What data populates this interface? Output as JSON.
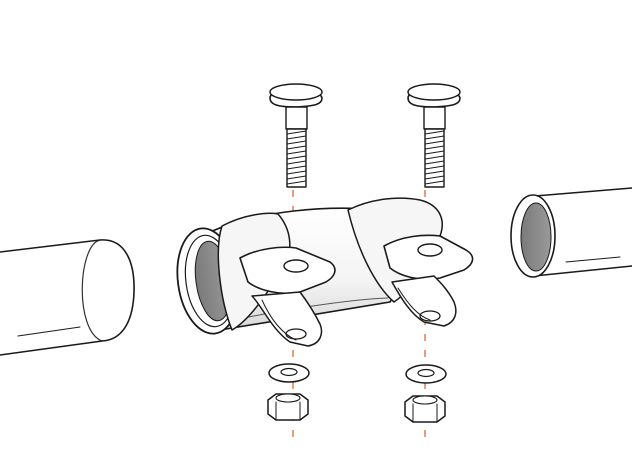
{
  "diagram": {
    "parts": [
      "left-exhaust-pipe",
      "pipe-connector-sleeve",
      "clamp-band",
      "carriage-bolt",
      "washer",
      "hex-nut",
      "right-exhaust-pipe"
    ],
    "colors": {
      "outline": "#1a1a1a",
      "metal_light": "#f2f2f2",
      "metal_mid": "#d9d9d9",
      "pipe_interior": "#9a9a9a",
      "pipe_interior_dark": "#7a7a7a",
      "guide_line": "#e07040",
      "background": "#ffffff"
    }
  }
}
